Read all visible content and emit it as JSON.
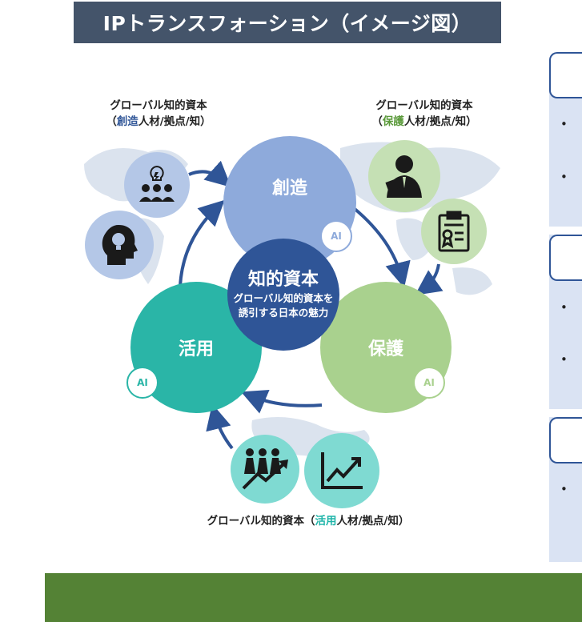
{
  "title": "IPトランスフォーション（イメージ図）",
  "captions": {
    "create_prefix": "グローバル知的資本",
    "create_line2_open": "（",
    "create_keyword": "創造",
    "create_line2_rest": "人材/拠点/知）",
    "protect_prefix": "グローバル知的資本",
    "protect_line2_open": "（",
    "protect_keyword": "保護",
    "protect_line2_rest": "人材/拠点/知）",
    "use_prefix": "グローバル知的資本（",
    "use_keyword": "活用",
    "use_rest": "人材/拠点/知）"
  },
  "circles": {
    "create": "創造",
    "protect": "保護",
    "use": "活用",
    "core_title": "知的資本",
    "core_sub_1": "グローバル知的資本を",
    "core_sub_2": "誘引する日本の魅力",
    "ai_label": "AI"
  },
  "icons": [
    "lightbulb-people-icon",
    "head-lightbulb-icon",
    "businessman-icon",
    "certificate-icon",
    "growth-people-icon",
    "line-chart-icon"
  ],
  "bullets": [
    "•",
    "•",
    "•",
    "•",
    "•"
  ],
  "colors": {
    "title_bg": "#44546a",
    "create": "#8eaadb",
    "protect": "#a9d18e",
    "use": "#2ab5a7",
    "core": "#2f5597",
    "arrow": "#2f5597",
    "footer": "#548235",
    "panel": "#dae3f3"
  }
}
